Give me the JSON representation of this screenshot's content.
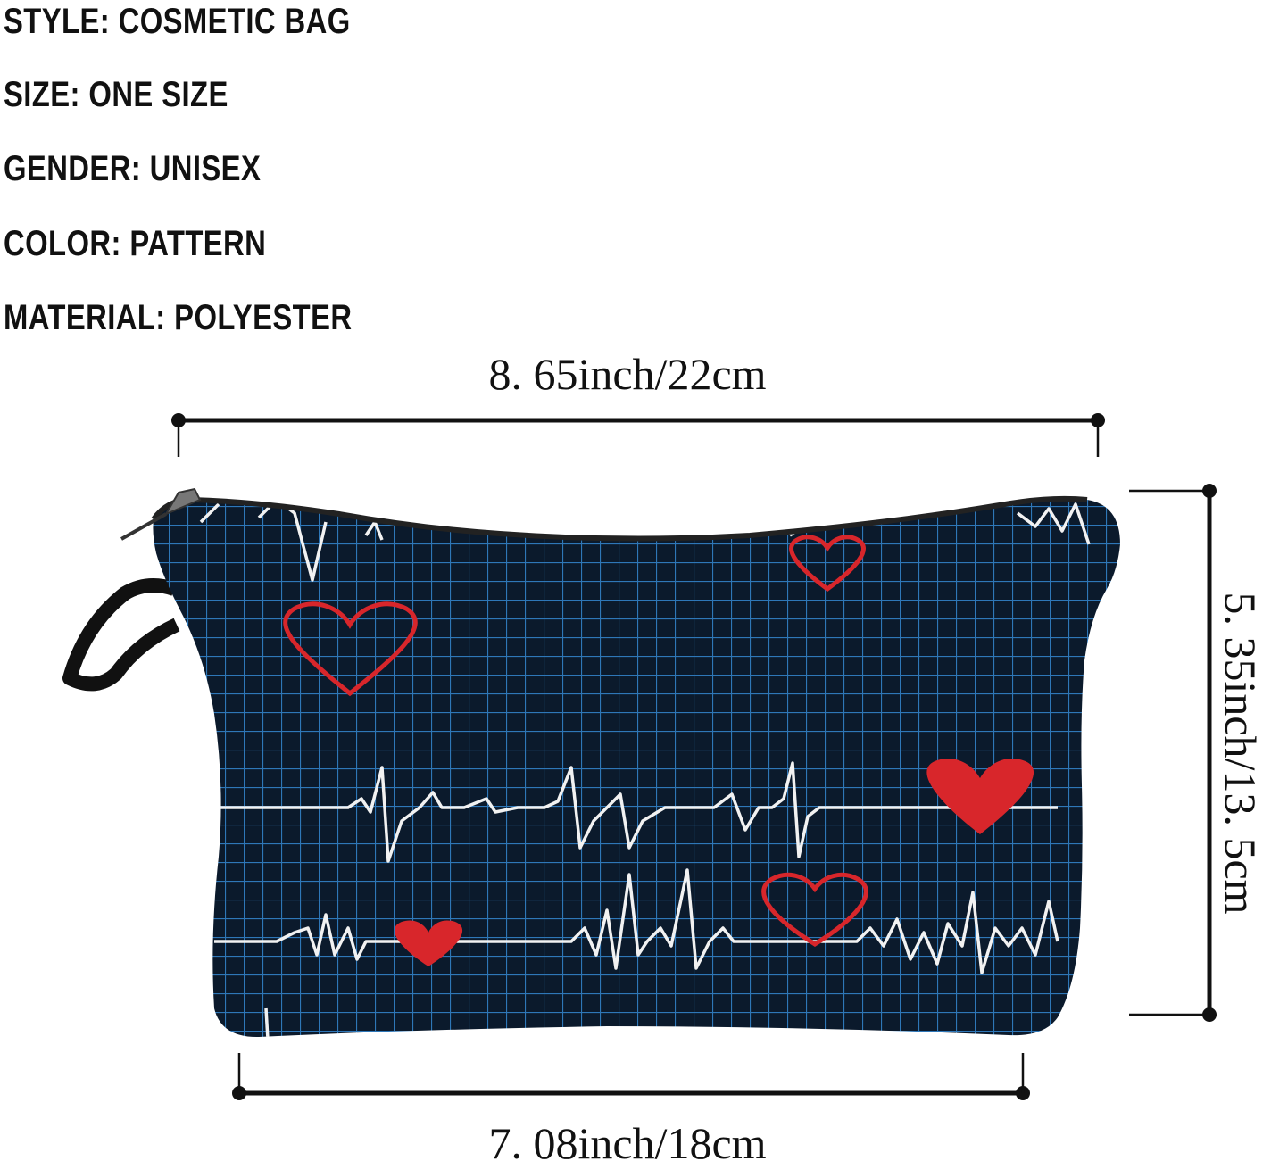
{
  "specs": [
    {
      "label": "STYLE:",
      "value": "COSMETIC BAG"
    },
    {
      "label": "SIZE:",
      "value": "ONE SIZE"
    },
    {
      "label": "GENDER:",
      "value": "UNISEX"
    },
    {
      "label": "COLOR:",
      "value": "PATTERN"
    },
    {
      "label": "MATERIAL:",
      "value": "POLYESTER"
    }
  ],
  "dimensions": {
    "top_width": "8. 65inch/22cm",
    "height": "5. 35inch/13. 5cm",
    "bottom_width": "7. 08inch/18cm"
  },
  "colors": {
    "bag": "#0b1a2c",
    "grid": "#2e77b8",
    "heart": "#d8262b",
    "ecg": "#f2f2f2",
    "zipper": "#222222",
    "line": "#111111"
  }
}
